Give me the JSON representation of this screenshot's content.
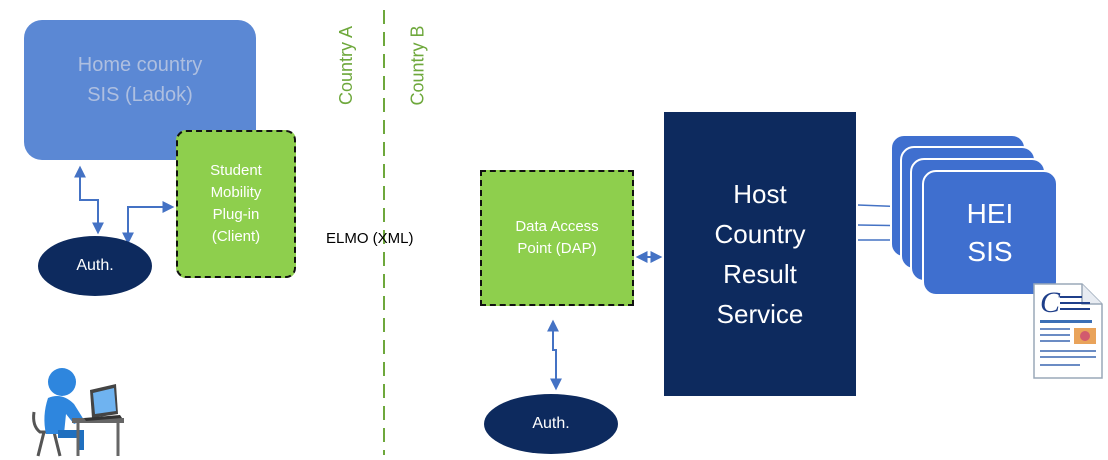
{
  "home_sis": {
    "line1": "Home country",
    "line2": "SIS (Ladok)"
  },
  "plugin": {
    "lines": [
      "Student",
      "Mobility",
      "Plug-in",
      "(Client)"
    ]
  },
  "auth_label": "Auth.",
  "borders": {
    "country_a": "Country A",
    "country_b": "Country B"
  },
  "elmo": "ELMO (XML)",
  "dap": {
    "line1": "Data Access",
    "line2": "Point (DAP)"
  },
  "host_service": {
    "lines": [
      "Host",
      "Country",
      "Result",
      "Service"
    ]
  },
  "hei": {
    "line1": "HEI",
    "line2": "SIS"
  },
  "colors": {
    "home_sis_fill": "#5b88d4",
    "plugin_fill": "#8ecf4d",
    "navy": "#0d2a5e",
    "hei_fill": "#3f6fcf",
    "arrow": "#4472c4",
    "border_line": "#6ea83c"
  },
  "icons": {
    "user": "user-at-laptop-icon",
    "document": "transcript-document-icon"
  }
}
